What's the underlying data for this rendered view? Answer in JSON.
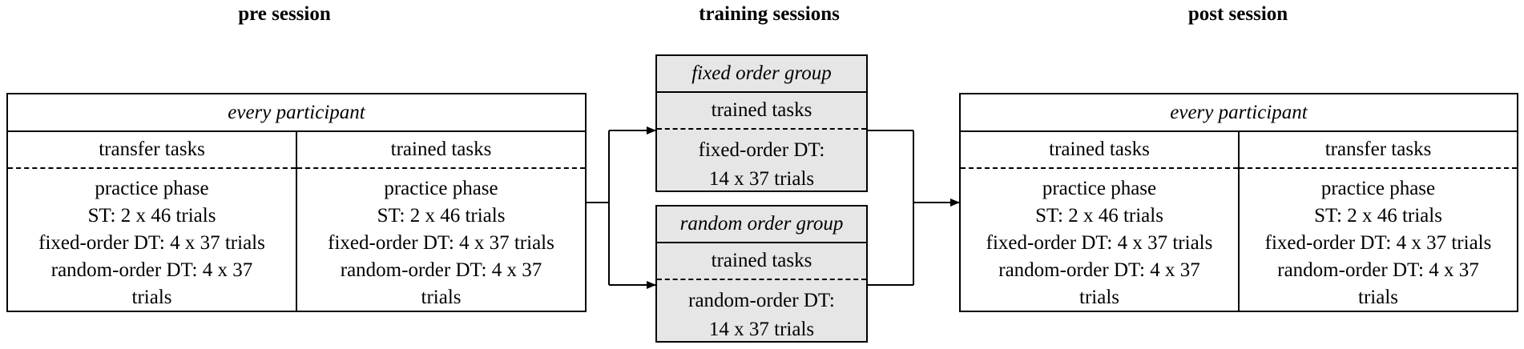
{
  "headings": {
    "pre": "pre session",
    "training": "training sessions",
    "post": "post session"
  },
  "pre_session": {
    "title": "every participant",
    "columns": [
      {
        "header": "transfer tasks",
        "lines": [
          "practice phase",
          "ST: 2 x 46 trials",
          "fixed-order DT: 4 x 37 trials",
          "random-order DT: 4 x 37",
          "trials"
        ]
      },
      {
        "header": "trained tasks",
        "lines": [
          "practice phase",
          "ST: 2 x 46 trials",
          "fixed-order DT: 4 x 37 trials",
          "random-order DT: 4 x 37",
          "trials"
        ]
      }
    ]
  },
  "training_sessions": {
    "fixed_group": {
      "title": "fixed order group",
      "tasks": "trained tasks",
      "lines": [
        "fixed-order DT:",
        "14 x 37 trials"
      ]
    },
    "random_group": {
      "title": "random order group",
      "tasks": "trained tasks",
      "lines": [
        "random-order DT:",
        "14 x 37 trials"
      ]
    }
  },
  "post_session": {
    "title": "every participant",
    "columns": [
      {
        "header": "trained tasks",
        "lines": [
          "practice phase",
          "ST: 2 x 46 trials",
          "fixed-order DT: 4 x 37 trials",
          "random-order DT: 4 x 37",
          "trials"
        ]
      },
      {
        "header": "transfer tasks",
        "lines": [
          "practice phase",
          "ST: 2 x 46 trials",
          "fixed-order DT: 4 x 37 trials",
          "random-order DT: 4 x 37",
          "trials"
        ]
      }
    ]
  },
  "colors": {
    "group_fill": "#e6e6e6",
    "line": "#000000"
  }
}
